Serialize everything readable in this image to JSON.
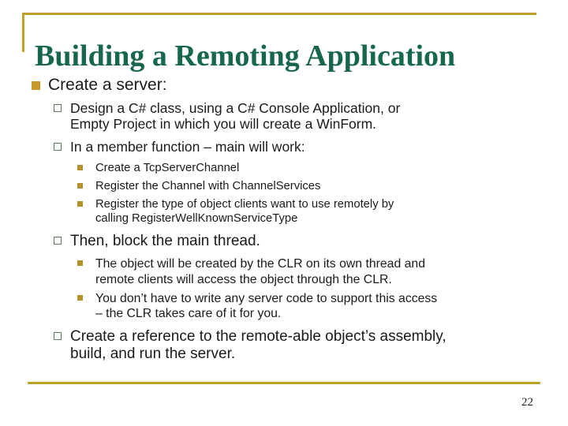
{
  "slide": {
    "title": "Building a Remoting Application",
    "page_number": "22"
  },
  "colors": {
    "accent_gold": "#BCA12F",
    "bullet_l1_gold": "#C6982B",
    "bullet_l2_border_green": "#567E5B",
    "bullet_l3_gold": "#B5912C",
    "title_green": "#17684A",
    "body_text": "#1a1a1a"
  },
  "outline": {
    "l1_create_server": "Create a server:",
    "l2_design": "Design a C# class, using a C# Console Application, or\nEmpty Project in which you will create a WinForm.",
    "l2_member_function": "In a member function – main will work:",
    "l3_tcp_channel": "Create a TcpServerChannel",
    "l3_register_channel": "Register the Channel with ChannelServices",
    "l3_register_type": "Register the type of object clients want to use remotely by\ncalling RegisterWellKnownServiceType",
    "l2_block_thread": "Then, block the main thread.",
    "l3_clr_thread": "The object will be created by the CLR on its own thread and\nremote clients will access the object through the CLR.",
    "l3_no_server_code": "You don’t have to write any server code to support this access\n– the CLR takes care of it for you.",
    "l2_create_reference": "Create a reference to the remote-able object’s assembly,\nbuild, and run the server."
  }
}
